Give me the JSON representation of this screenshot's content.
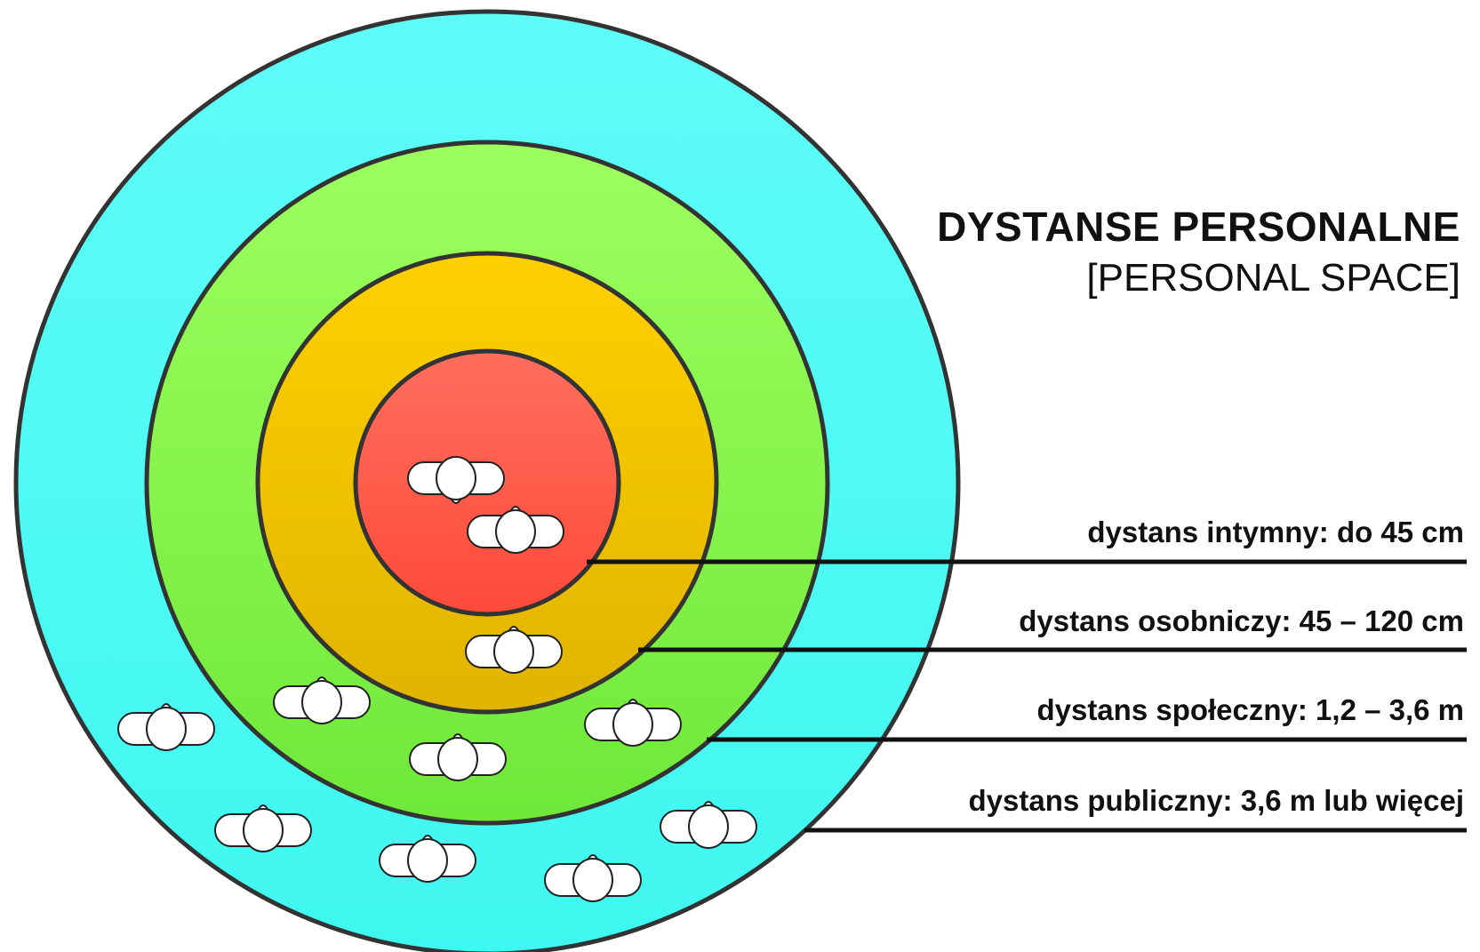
{
  "title": "DYSTANSE PERSONALNE",
  "subtitle": "[PERSONAL SPACE]",
  "zones": [
    {
      "label": "dystans intymny: do 45 cm",
      "color": "#ff5a4a"
    },
    {
      "label": "dystans osobniczy: 45 – 120 cm",
      "color": "#f2c200"
    },
    {
      "label": "dystans społeczny: 1,2 – 3,6 m",
      "color": "#8cf04a"
    },
    {
      "label": "dystans publiczny: 3,6 m lub więcej",
      "color": "#55fbf6"
    }
  ],
  "colors": {
    "outline": "#333333",
    "leader_line": "#111111",
    "person_fill": "#ffffff"
  },
  "icons": [
    "person-top-view-icon"
  ]
}
